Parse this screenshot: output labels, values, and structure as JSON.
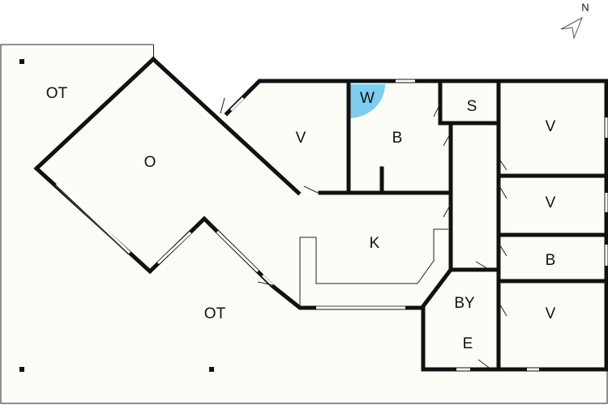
{
  "compass": {
    "label": "N"
  },
  "rooms": [
    {
      "id": "terrace-nw",
      "label": "OT"
    },
    {
      "id": "living",
      "label": "O"
    },
    {
      "id": "bedroom-1",
      "label": "V"
    },
    {
      "id": "wc",
      "label": "W"
    },
    {
      "id": "bath-1",
      "label": "B"
    },
    {
      "id": "storage",
      "label": "S"
    },
    {
      "id": "bedroom-2",
      "label": "V"
    },
    {
      "id": "bedroom-3",
      "label": "V"
    },
    {
      "id": "bath-2",
      "label": "B"
    },
    {
      "id": "kitchen",
      "label": "K"
    },
    {
      "id": "utility-1",
      "label": "BY"
    },
    {
      "id": "utility-2",
      "label": "E"
    },
    {
      "id": "bedroom-4",
      "label": "V"
    },
    {
      "id": "terrace-s",
      "label": "OT"
    }
  ],
  "colors": {
    "floor": "#fdfdf7",
    "wall": "#111111",
    "wc_fixture": "#7dcdf0"
  }
}
